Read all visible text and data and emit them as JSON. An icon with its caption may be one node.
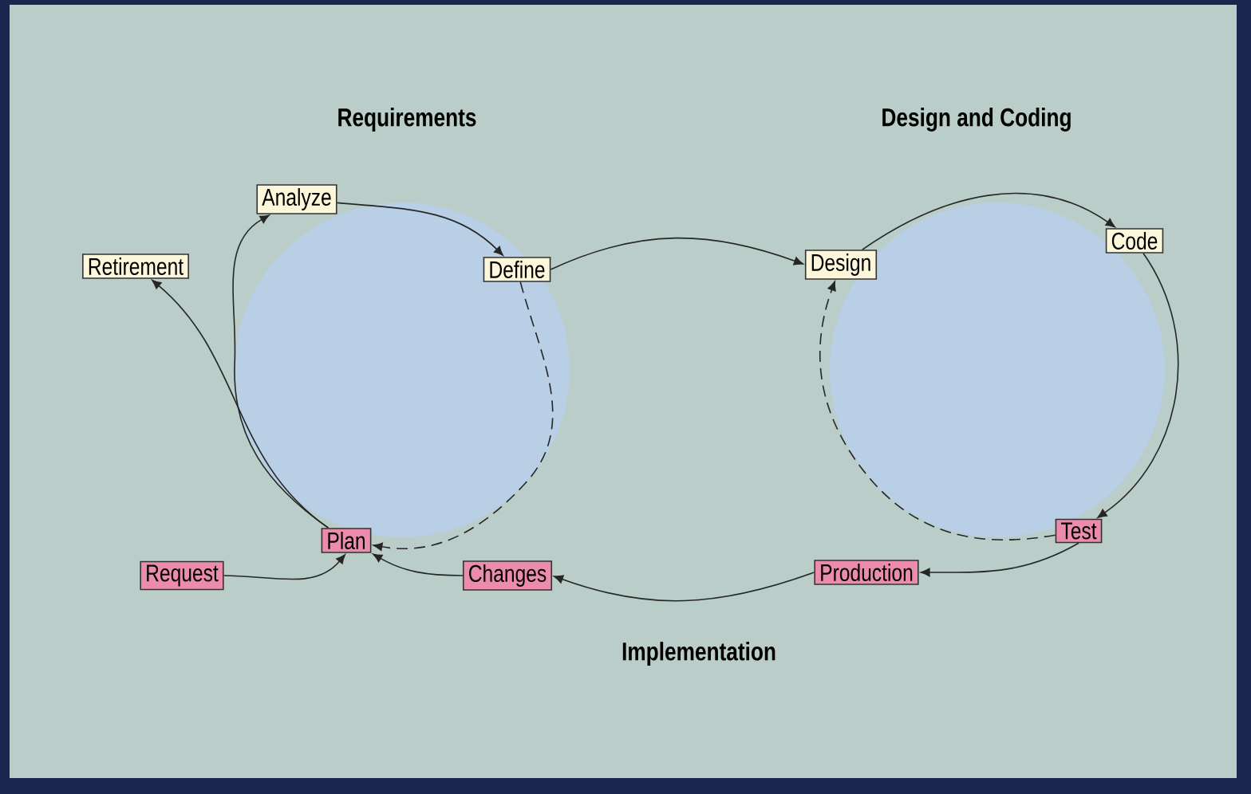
{
  "diagram": {
    "nodes": [
      {
        "text": [
          "Retirement"
        ]
      },
      {
        "text": [
          "Analyze"
        ]
      },
      {
        "text": [
          "Define"
        ]
      },
      {
        "text": [
          "Design"
        ]
      },
      {
        "text": [
          "Code"
        ]
      },
      {
        "text": [
          "Plan"
        ]
      },
      {
        "text": [
          "Test"
        ]
      },
      {
        "text": [
          "Request"
        ]
      },
      {
        "text": [
          "Changes"
        ]
      },
      {
        "text": [
          "Production"
        ]
      }
    ],
    "edges": [
      {
        "from": 5,
        "to": 1,
        "arrow": "to"
      },
      {
        "from": 5,
        "to": 0,
        "arrow": "to"
      },
      {
        "from": 1,
        "to": 2,
        "arrow": "to"
      },
      {
        "from": 2,
        "to": 5,
        "arrow": "to",
        "style": "dashed"
      },
      {
        "from": 2,
        "to": 3,
        "arrow": "to"
      },
      {
        "from": 3,
        "to": 4,
        "arrow": "to"
      },
      {
        "from": 4,
        "to": 6,
        "arrow": "to"
      },
      {
        "from": 6,
        "to": 3,
        "arrow": "to",
        "style": "dashed"
      },
      {
        "from": 6,
        "to": 9,
        "arrow": "to"
      },
      {
        "from": 9,
        "to": 8,
        "arrow": "to"
      },
      {
        "from": 8,
        "to": 5,
        "arrow": "to"
      },
      {
        "from": 7,
        "to": 5,
        "arrow": "to"
      }
    ],
    "labels": [
      "Requirements",
      "Design and Coding",
      "Implementation"
    ]
  }
}
